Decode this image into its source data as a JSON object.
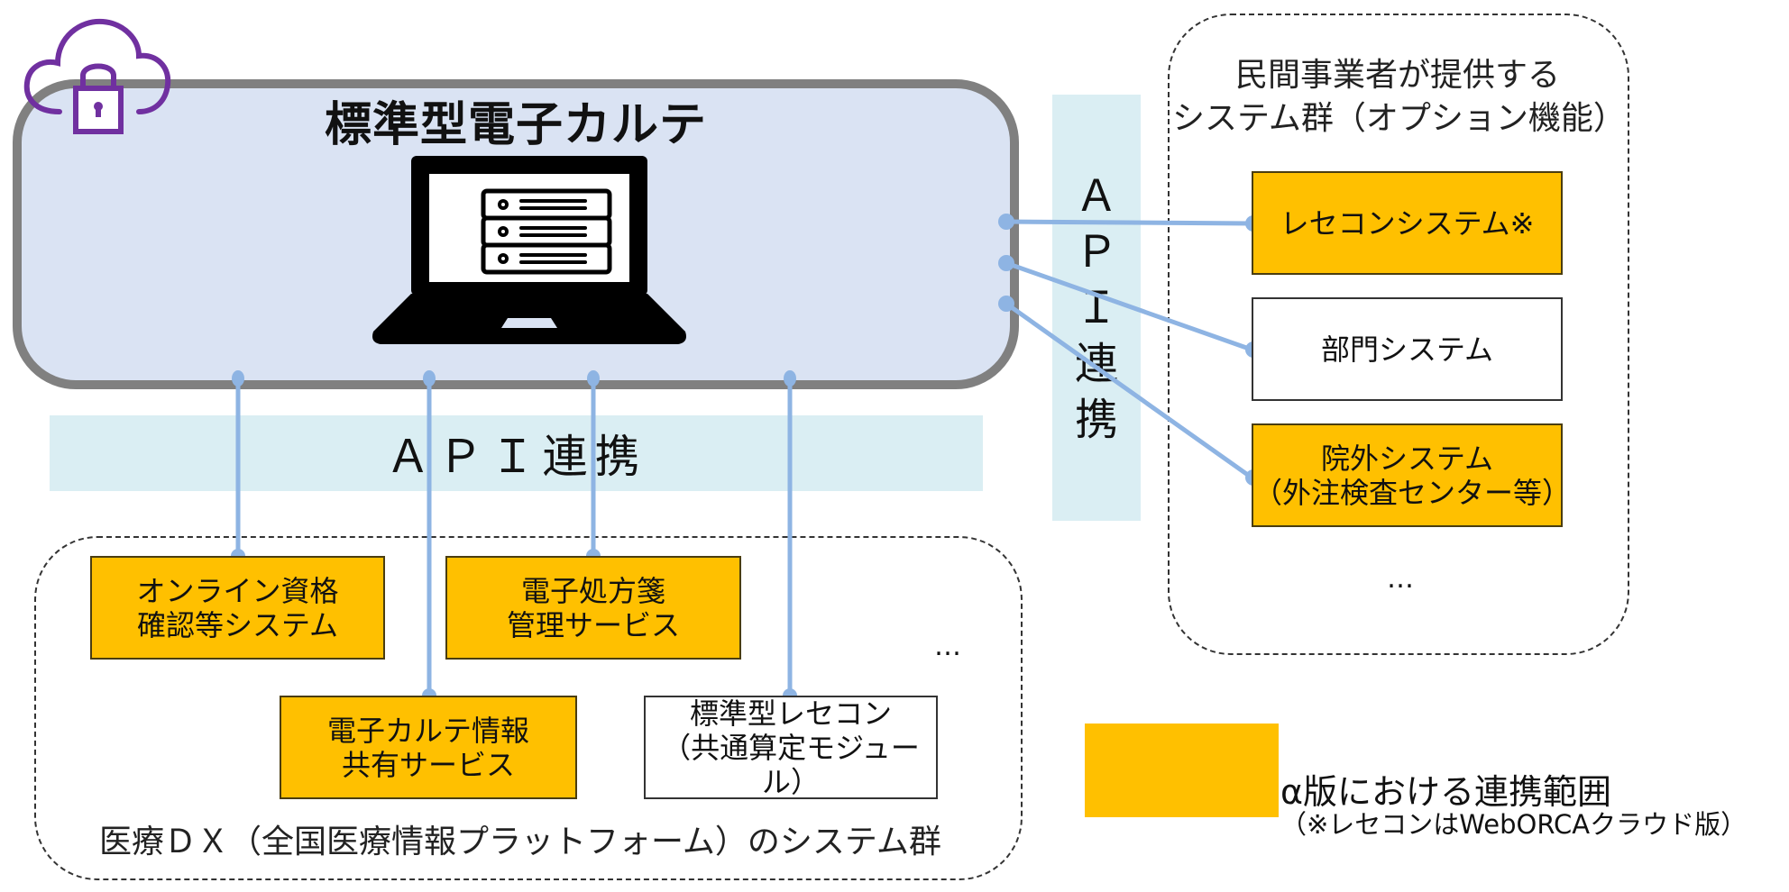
{
  "main_system": {
    "title": "標準型電子カルテ",
    "icon": "laptop-server-icon",
    "badge_icon": "cloud-lock-icon"
  },
  "api_bands": {
    "horizontal_label": "ＡＰＩ連携",
    "vertical_chars": [
      "Ａ",
      "Ｐ",
      "Ｉ",
      "連",
      "携"
    ]
  },
  "private_group": {
    "title_line1": "民間事業者が提供する",
    "title_line2": "システム群（オプション機能）",
    "systems": [
      {
        "label_line1": "レセコンシステム※",
        "label_line2": "",
        "in_alpha_scope": true
      },
      {
        "label_line1": "部門システム",
        "label_line2": "",
        "in_alpha_scope": false
      },
      {
        "label_line1": "院外システム",
        "label_line2": "（外注検査センター等）",
        "in_alpha_scope": true
      }
    ],
    "ellipsis": "…"
  },
  "dx_group": {
    "title": "医療ＤＸ（全国医療情報プラットフォーム）のシステム群",
    "systems": [
      {
        "label_line1": "オンライン資格",
        "label_line2": "確認等システム",
        "in_alpha_scope": true
      },
      {
        "label_line1": "電子処方箋",
        "label_line2": "管理サービス",
        "in_alpha_scope": true
      },
      {
        "label_line1": "電子カルテ情報",
        "label_line2": "共有サービス",
        "in_alpha_scope": true
      },
      {
        "label_line1": "標準型レセコン",
        "label_line2": "（共通算定モジュール）",
        "in_alpha_scope": false
      }
    ],
    "ellipsis": "…"
  },
  "legend": {
    "label": "α版における連携範囲",
    "note": "（※レセコンはWebORCAクラウド版）"
  },
  "colors": {
    "in_scope_fill": "#ffc000",
    "main_fill": "#dae3f3",
    "main_border": "#808080",
    "api_band": "#daeef3",
    "connector": "#8eb4e3",
    "icon_purple": "#7030a0"
  }
}
